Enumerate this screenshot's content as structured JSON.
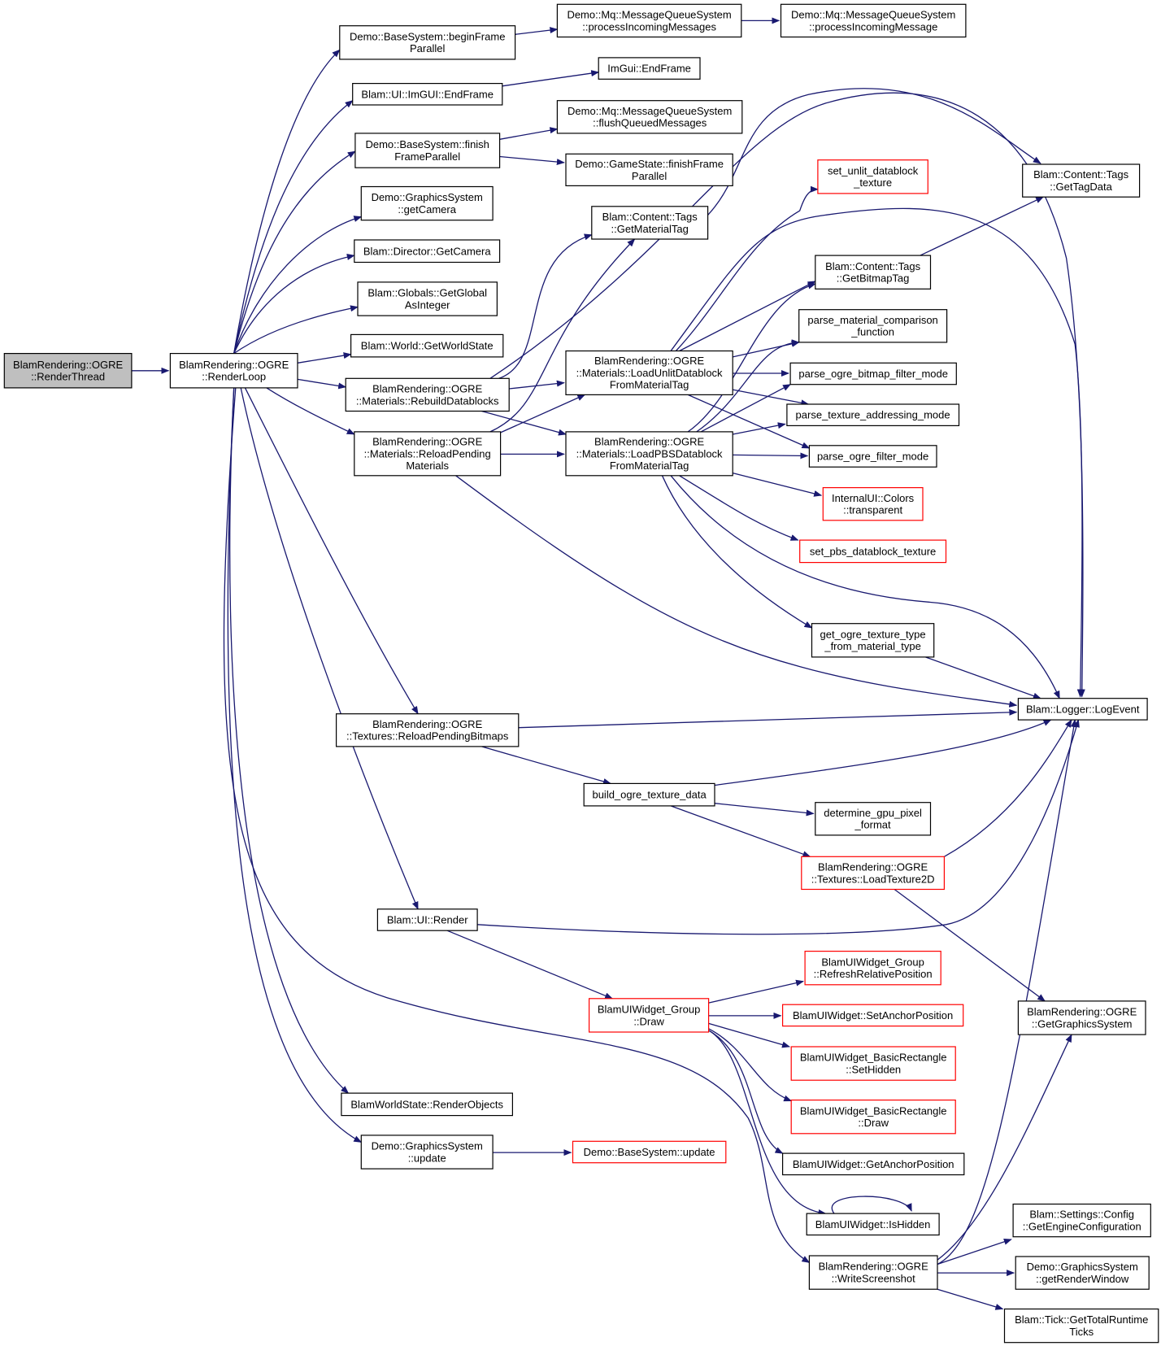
{
  "colors": {
    "edge": "#191970",
    "border": "#000000",
    "border_incomplete": "#ff0000",
    "root_fill": "#bfbfbf",
    "fill": "#ffffff"
  },
  "nodes": [
    {
      "id": "n0",
      "lines": [
        "BlamRendering::OGRE",
        "::RenderThread"
      ],
      "style": "root"
    },
    {
      "id": "n1",
      "lines": [
        "BlamRendering::OGRE",
        "::RenderLoop"
      ],
      "style": "normal"
    },
    {
      "id": "n2",
      "lines": [
        "Demo::BaseSystem::beginFrame",
        "Parallel"
      ],
      "style": "normal"
    },
    {
      "id": "n3",
      "lines": [
        "Demo::Mq::MessageQueueSystem",
        "::processIncomingMessages"
      ],
      "style": "normal"
    },
    {
      "id": "n4",
      "lines": [
        "Demo::Mq::MessageQueueSystem",
        "::processIncomingMessage"
      ],
      "style": "normal"
    },
    {
      "id": "n5",
      "lines": [
        "Blam::UI::ImGUI::EndFrame"
      ],
      "style": "normal"
    },
    {
      "id": "n6",
      "lines": [
        "ImGui::EndFrame"
      ],
      "style": "normal"
    },
    {
      "id": "n7",
      "lines": [
        "Demo::BaseSystem::finish",
        "FrameParallel"
      ],
      "style": "normal"
    },
    {
      "id": "n8",
      "lines": [
        "Demo::Mq::MessageQueueSystem",
        "::flushQueuedMessages"
      ],
      "style": "normal"
    },
    {
      "id": "n9",
      "lines": [
        "Demo::GameState::finishFrame",
        "Parallel"
      ],
      "style": "normal"
    },
    {
      "id": "n10",
      "lines": [
        "Demo::GraphicsSystem",
        "::getCamera"
      ],
      "style": "normal"
    },
    {
      "id": "n11",
      "lines": [
        "Blam::Director::GetCamera"
      ],
      "style": "normal"
    },
    {
      "id": "n12",
      "lines": [
        "Blam::Globals::GetGlobal",
        "AsInteger"
      ],
      "style": "normal"
    },
    {
      "id": "n13",
      "lines": [
        "Blam::World::GetWorldState"
      ],
      "style": "normal"
    },
    {
      "id": "n14",
      "lines": [
        "BlamRendering::OGRE",
        "::Materials::RebuildDatablocks"
      ],
      "style": "normal"
    },
    {
      "id": "n15",
      "lines": [
        "BlamRendering::OGRE",
        "::Materials::ReloadPending",
        "Materials"
      ],
      "style": "normal"
    },
    {
      "id": "n16",
      "lines": [
        "Blam::Content::Tags",
        "::GetMaterialTag"
      ],
      "style": "normal"
    },
    {
      "id": "n17",
      "lines": [
        "BlamRendering::OGRE",
        "::Materials::LoadUnlitDatablock",
        "FromMaterialTag"
      ],
      "style": "normal"
    },
    {
      "id": "n18",
      "lines": [
        "BlamRendering::OGRE",
        "::Materials::LoadPBSDatablock",
        "FromMaterialTag"
      ],
      "style": "normal"
    },
    {
      "id": "n19",
      "lines": [
        "set_unlit_datablock",
        "_texture"
      ],
      "style": "incomplete"
    },
    {
      "id": "n20",
      "lines": [
        "Blam::Content::Tags",
        "::GetBitmapTag"
      ],
      "style": "normal"
    },
    {
      "id": "n21",
      "lines": [
        "Blam::Content::Tags",
        "::GetTagData"
      ],
      "style": "normal"
    },
    {
      "id": "n22",
      "lines": [
        "parse_material_comparison",
        "_function"
      ],
      "style": "normal"
    },
    {
      "id": "n23",
      "lines": [
        "parse_ogre_bitmap_filter_mode"
      ],
      "style": "normal"
    },
    {
      "id": "n24",
      "lines": [
        "parse_texture_addressing_mode"
      ],
      "style": "normal"
    },
    {
      "id": "n25",
      "lines": [
        "parse_ogre_filter_mode"
      ],
      "style": "normal"
    },
    {
      "id": "n26",
      "lines": [
        "InternalUI::Colors",
        "::transparent"
      ],
      "style": "incomplete"
    },
    {
      "id": "n27",
      "lines": [
        "set_pbs_datablock_texture"
      ],
      "style": "incomplete"
    },
    {
      "id": "n28",
      "lines": [
        "get_ogre_texture_type",
        "_from_material_type"
      ],
      "style": "normal"
    },
    {
      "id": "n29",
      "lines": [
        "Blam::Logger::LogEvent"
      ],
      "style": "normal"
    },
    {
      "id": "n30",
      "lines": [
        "BlamRendering::OGRE",
        "::Textures::ReloadPendingBitmaps"
      ],
      "style": "normal"
    },
    {
      "id": "n31",
      "lines": [
        "build_ogre_texture_data"
      ],
      "style": "normal"
    },
    {
      "id": "n32",
      "lines": [
        "determine_gpu_pixel",
        "_format"
      ],
      "style": "normal"
    },
    {
      "id": "n33",
      "lines": [
        "BlamRendering::OGRE",
        "::Textures::LoadTexture2D"
      ],
      "style": "incomplete"
    },
    {
      "id": "n34",
      "lines": [
        "Blam::UI::Render"
      ],
      "style": "normal"
    },
    {
      "id": "n35",
      "lines": [
        "BlamUIWidget_Group",
        "::Draw"
      ],
      "style": "incomplete"
    },
    {
      "id": "n36",
      "lines": [
        "BlamUIWidget_Group",
        "::RefreshRelativePosition"
      ],
      "style": "incomplete"
    },
    {
      "id": "n37",
      "lines": [
        "BlamUIWidget::SetAnchorPosition"
      ],
      "style": "incomplete"
    },
    {
      "id": "n38",
      "lines": [
        "BlamUIWidget_BasicRectangle",
        "::SetHidden"
      ],
      "style": "incomplete"
    },
    {
      "id": "n39",
      "lines": [
        "BlamUIWidget_BasicRectangle",
        "::Draw"
      ],
      "style": "incomplete"
    },
    {
      "id": "n40",
      "lines": [
        "BlamUIWidget::GetAnchorPosition"
      ],
      "style": "normal"
    },
    {
      "id": "n41",
      "lines": [
        "BlamUIWidget::IsHidden"
      ],
      "style": "normal"
    },
    {
      "id": "n42",
      "lines": [
        "BlamRendering::OGRE",
        "::GetGraphicsSystem"
      ],
      "style": "normal"
    },
    {
      "id": "n43",
      "lines": [
        "BlamWorldState::RenderObjects"
      ],
      "style": "normal"
    },
    {
      "id": "n44",
      "lines": [
        "Demo::GraphicsSystem",
        "::update"
      ],
      "style": "normal"
    },
    {
      "id": "n45",
      "lines": [
        "Demo::BaseSystem::update"
      ],
      "style": "incomplete"
    },
    {
      "id": "n46",
      "lines": [
        "BlamRendering::OGRE",
        "::WriteScreenshot"
      ],
      "style": "normal"
    },
    {
      "id": "n47",
      "lines": [
        "Blam::Settings::Config",
        "::GetEngineConfiguration"
      ],
      "style": "normal"
    },
    {
      "id": "n48",
      "lines": [
        "Demo::GraphicsSystem",
        "::getRenderWindow"
      ],
      "style": "normal"
    },
    {
      "id": "n49",
      "lines": [
        "Blam::Tick::GetTotalRuntime",
        "Ticks"
      ],
      "style": "normal"
    }
  ],
  "edges": [
    [
      "n0",
      "n1"
    ],
    [
      "n1",
      "n2"
    ],
    [
      "n1",
      "n5"
    ],
    [
      "n1",
      "n7"
    ],
    [
      "n1",
      "n10"
    ],
    [
      "n1",
      "n11"
    ],
    [
      "n1",
      "n12"
    ],
    [
      "n1",
      "n13"
    ],
    [
      "n1",
      "n14"
    ],
    [
      "n1",
      "n15"
    ],
    [
      "n1",
      "n30"
    ],
    [
      "n1",
      "n34"
    ],
    [
      "n1",
      "n43"
    ],
    [
      "n1",
      "n44"
    ],
    [
      "n1",
      "n46"
    ],
    [
      "n2",
      "n3"
    ],
    [
      "n3",
      "n4"
    ],
    [
      "n5",
      "n6"
    ],
    [
      "n7",
      "n8"
    ],
    [
      "n7",
      "n9"
    ],
    [
      "n14",
      "n16"
    ],
    [
      "n14",
      "n17"
    ],
    [
      "n14",
      "n18"
    ],
    [
      "n14",
      "n29"
    ],
    [
      "n15",
      "n16"
    ],
    [
      "n15",
      "n17"
    ],
    [
      "n15",
      "n18"
    ],
    [
      "n15",
      "n29"
    ],
    [
      "n16",
      "n21"
    ],
    [
      "n17",
      "n19"
    ],
    [
      "n17",
      "n20"
    ],
    [
      "n17",
      "n22"
    ],
    [
      "n17",
      "n23"
    ],
    [
      "n17",
      "n24"
    ],
    [
      "n17",
      "n25"
    ],
    [
      "n17",
      "n29"
    ],
    [
      "n18",
      "n20"
    ],
    [
      "n18",
      "n22"
    ],
    [
      "n18",
      "n23"
    ],
    [
      "n18",
      "n24"
    ],
    [
      "n18",
      "n25"
    ],
    [
      "n18",
      "n26"
    ],
    [
      "n18",
      "n27"
    ],
    [
      "n18",
      "n28"
    ],
    [
      "n18",
      "n29"
    ],
    [
      "n20",
      "n21"
    ],
    [
      "n28",
      "n29"
    ],
    [
      "n30",
      "n29"
    ],
    [
      "n30",
      "n31"
    ],
    [
      "n31",
      "n29"
    ],
    [
      "n31",
      "n32"
    ],
    [
      "n31",
      "n33"
    ],
    [
      "n33",
      "n29"
    ],
    [
      "n33",
      "n42"
    ],
    [
      "n34",
      "n29"
    ],
    [
      "n34",
      "n35"
    ],
    [
      "n35",
      "n36"
    ],
    [
      "n35",
      "n37"
    ],
    [
      "n35",
      "n38"
    ],
    [
      "n35",
      "n39"
    ],
    [
      "n35",
      "n40"
    ],
    [
      "n35",
      "n41"
    ],
    [
      "n41",
      "n41"
    ],
    [
      "n44",
      "n45"
    ],
    [
      "n46",
      "n29"
    ],
    [
      "n46",
      "n42"
    ],
    [
      "n46",
      "n47"
    ],
    [
      "n46",
      "n48"
    ],
    [
      "n46",
      "n49"
    ]
  ]
}
